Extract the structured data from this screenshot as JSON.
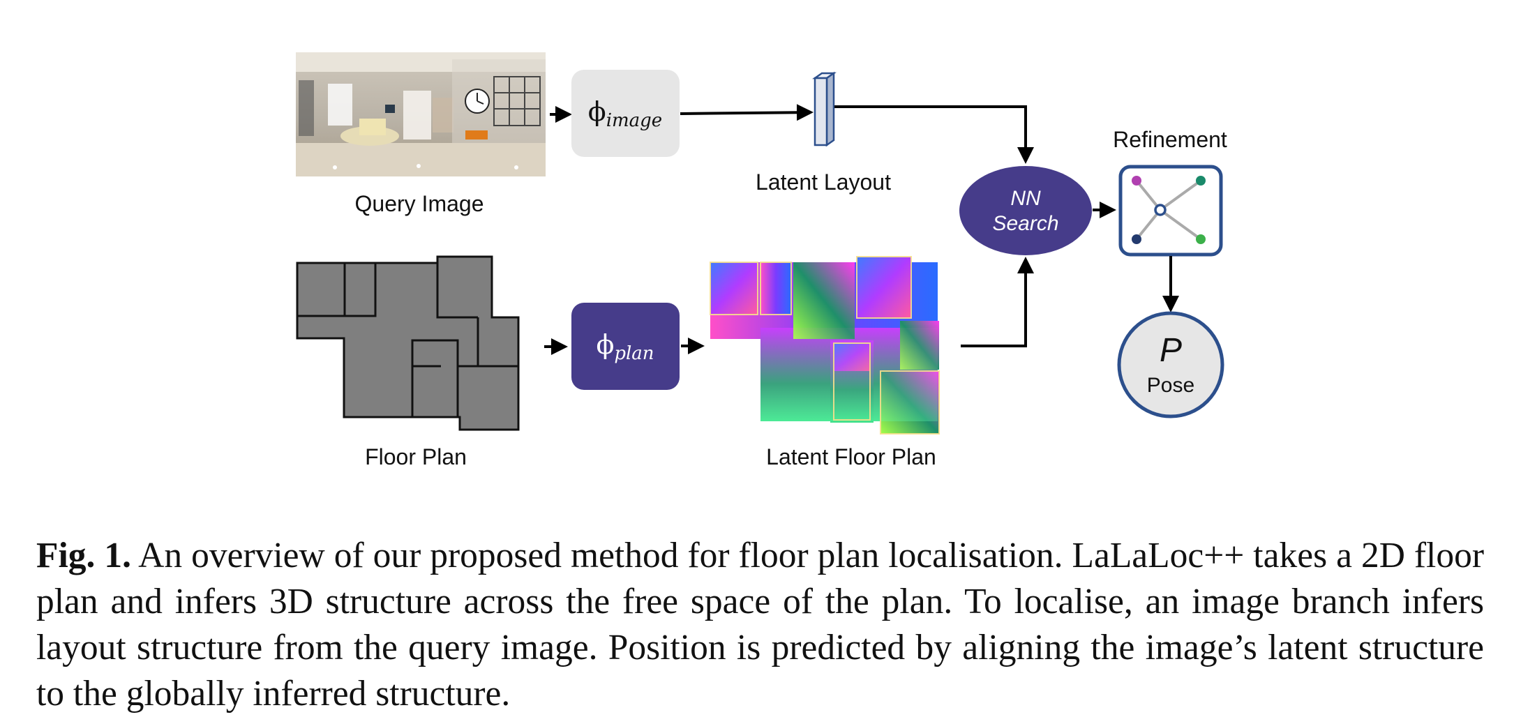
{
  "figure": {
    "phi_symbol": "ϕ",
    "phi_image_sub": "image",
    "phi_plan_sub": "plan",
    "query_image_label": "Query Image",
    "latent_layout_label": "Latent Layout",
    "nn_search_line1": "NN",
    "nn_search_line2": "Search",
    "refinement_label": "Refinement",
    "pose_symbol": "P",
    "pose_label": "Pose",
    "floor_plan_label": "Floor Plan",
    "latent_floor_plan_label": "Latent Floor Plan",
    "colors": {
      "accent_purple": "#463c8a",
      "box_grey": "#e6e6e6",
      "floor_grey": "#7f7f7f",
      "node_outline_blue": "#2c4f8c",
      "dot_magenta": "#b040b0",
      "dot_teal": "#1a8a6a",
      "dot_navy": "#233a6e",
      "dot_green": "#3cb04a"
    }
  },
  "caption": {
    "fig_label": "Fig. 1.",
    "text": "An overview of our proposed method for floor plan localisation. LaLaLoc++ takes a 2D floor plan and infers 3D structure across the free space of the plan. To localise, an image branch infers layout structure from the query image. Position is predicted by aligning the image’s latent structure to the globally inferred structure."
  }
}
